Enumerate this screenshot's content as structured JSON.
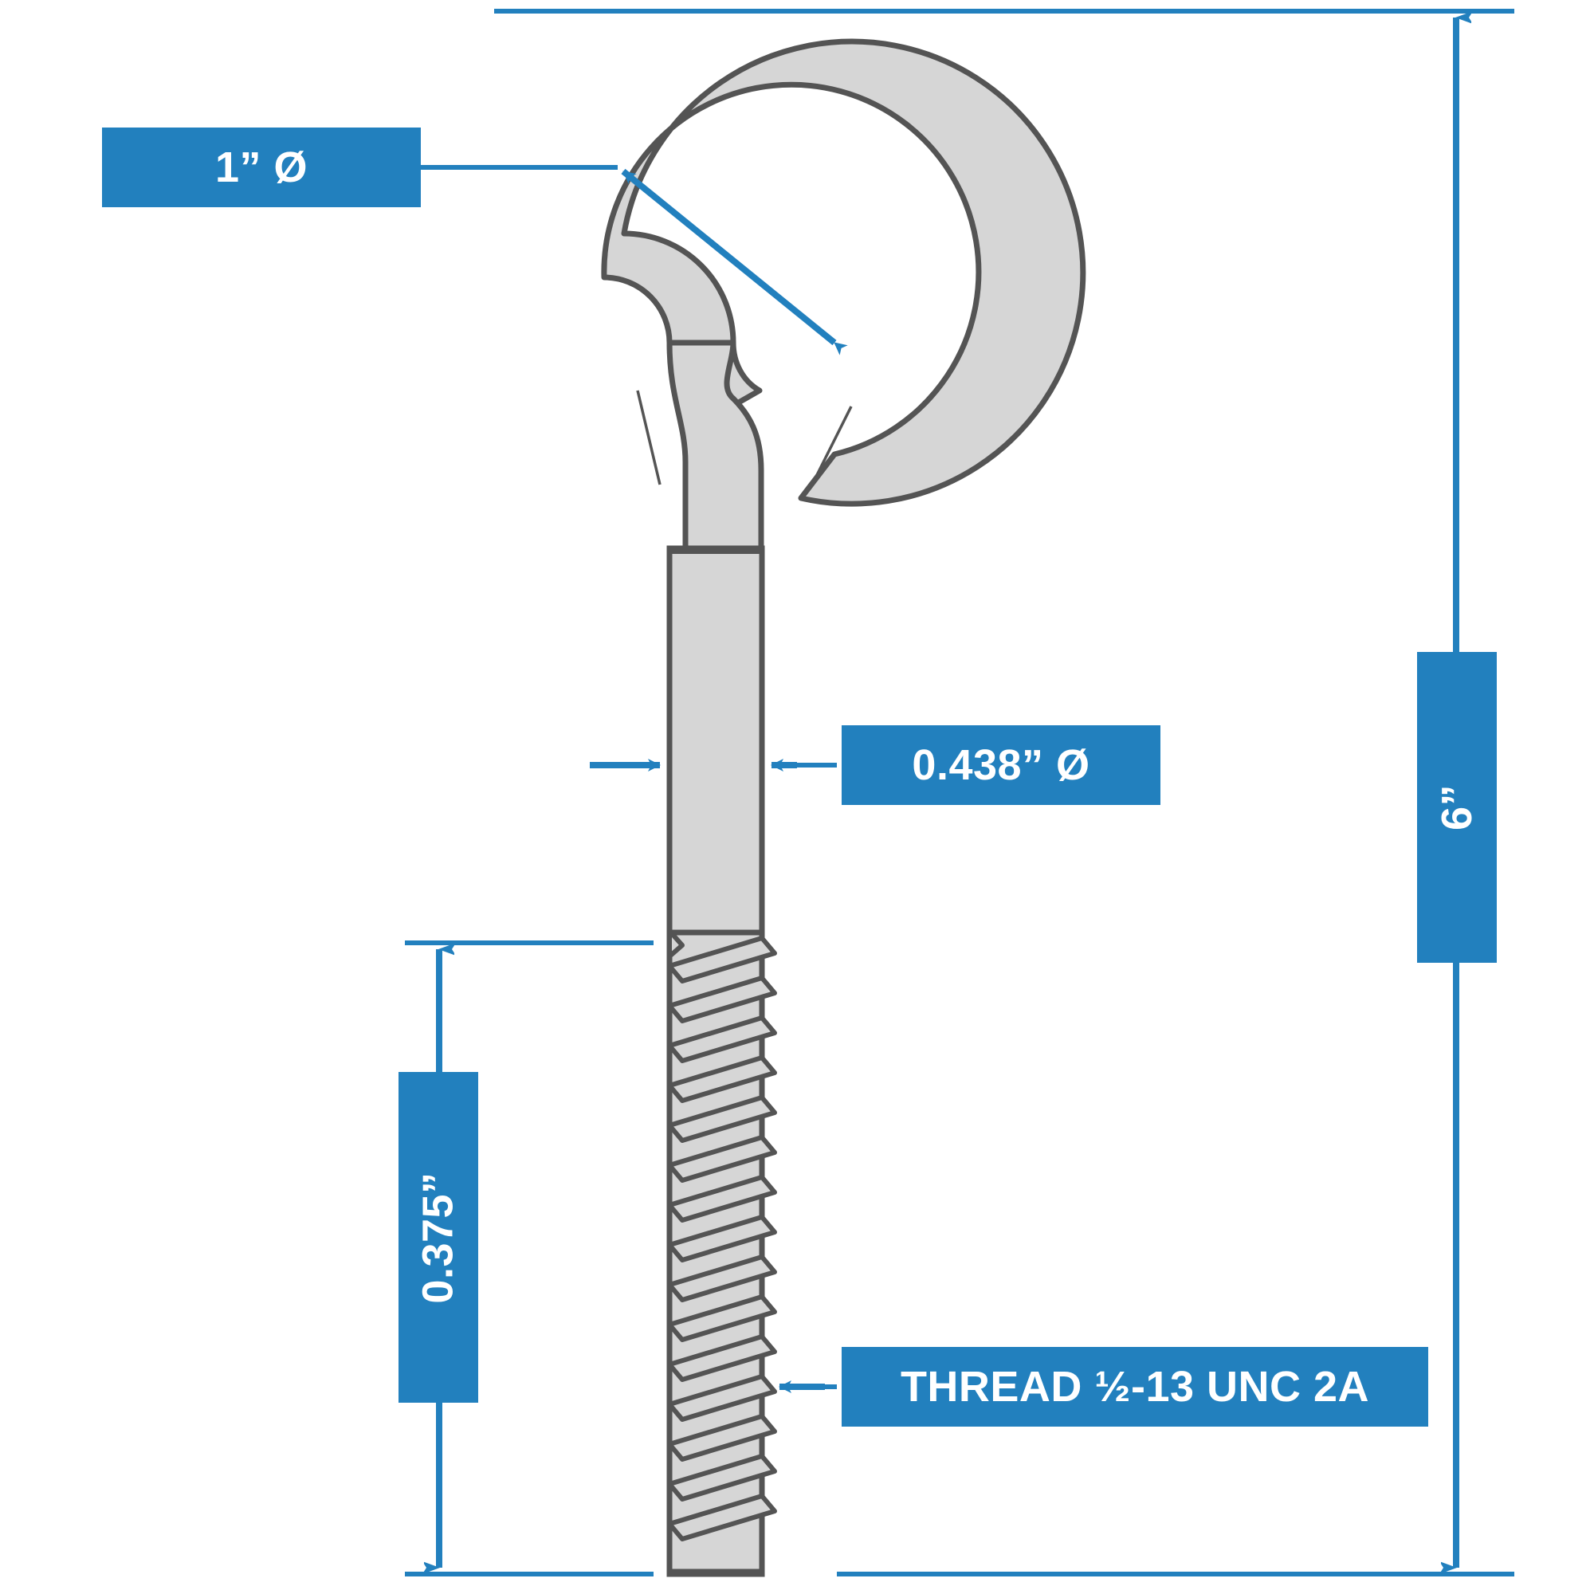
{
  "drawing": {
    "title": "Eye Bolt Technical Dimension Drawing",
    "part": "eye-bolt",
    "colors": {
      "callout_blue": "#2280be",
      "dimension_blue": "#2280be",
      "part_fill": "#d6d6d6",
      "part_outline": "#545454",
      "background": "#ffffff",
      "callout_text": "#ffffff"
    }
  },
  "callouts": {
    "eye_diameter": {
      "label": "1” Ø",
      "orientation": "horizontal",
      "points_to": "eye-inner-bore"
    },
    "shaft_diameter": {
      "label": "0.438” Ø",
      "orientation": "horizontal",
      "points_to": "shank"
    },
    "thread_spec": {
      "label": "THREAD ½-13 UNC 2A",
      "orientation": "horizontal",
      "points_to": "threaded-section"
    },
    "overall_length": {
      "label": "6”",
      "orientation": "vertical",
      "points_to": "overall-height"
    },
    "thread_length": {
      "label": "0.375”",
      "orientation": "vertical",
      "points_to": "thread-length"
    }
  }
}
